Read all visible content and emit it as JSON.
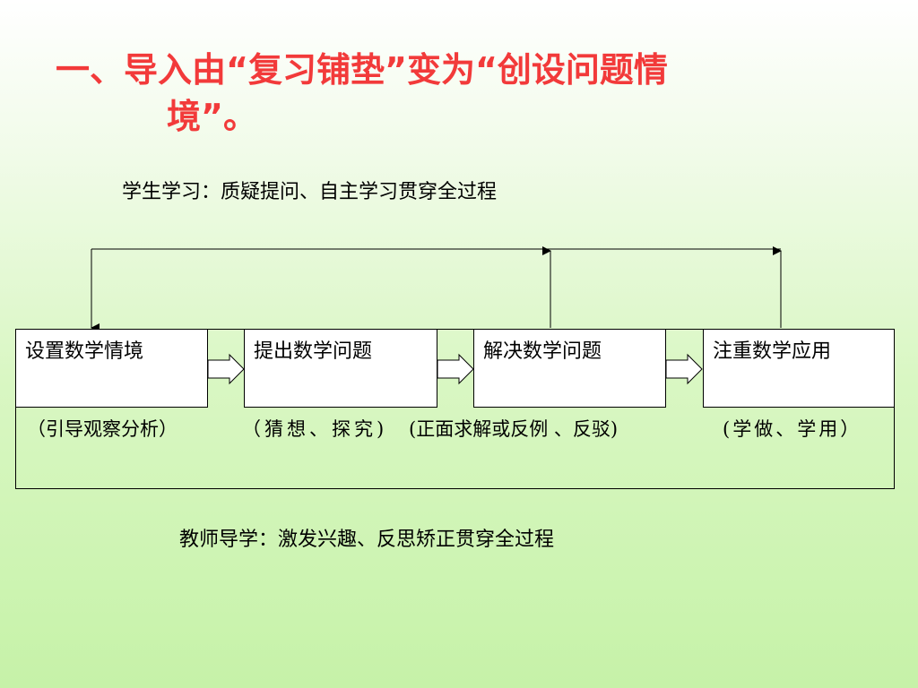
{
  "title": {
    "line1": "一、导入由“复习铺垫”变为“创设问题情",
    "line2": "境”。"
  },
  "student_note": "学生学习：质疑提问、自主学习贯穿全过程",
  "teacher_note": "教师导学：激发兴趣、反思矫正贯穿全过程",
  "steps": [
    {
      "label": "设置数学情境",
      "sub": "（引导观察分析）"
    },
    {
      "label": "提出数学问题",
      "sub": "（猜想、探究)"
    },
    {
      "label": "解决数学问题",
      "sub": "(正面求解或反例 、反驳)"
    },
    {
      "label": "注重数学应用",
      "sub": "(学做、学用）"
    }
  ]
}
